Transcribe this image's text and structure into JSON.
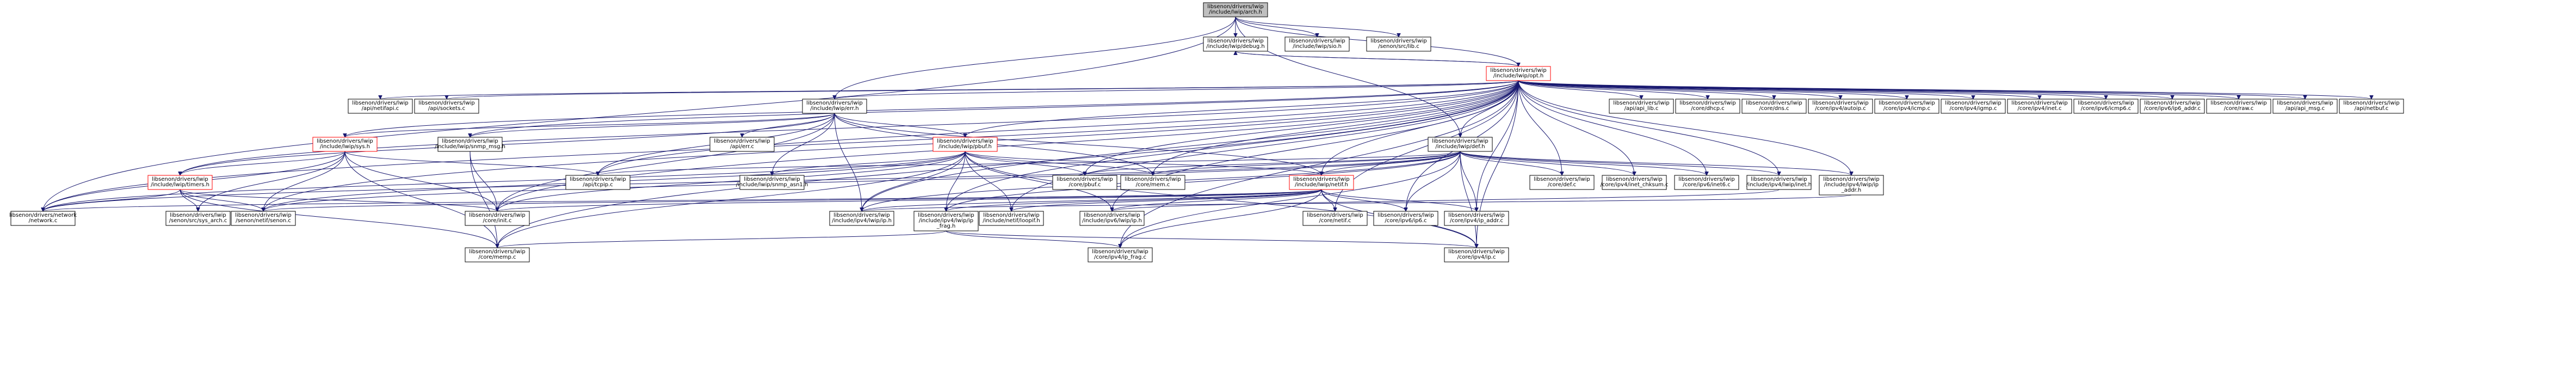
{
  "graph": {
    "colors": {
      "edge": "#191970",
      "node_border": "#000000",
      "incomplete_border": "#ff0000",
      "root_fill": "#bfbfbf"
    },
    "nodes": {
      "arch": {
        "lines": [
          "libsenon/drivers/lwip",
          "/include/lwip/arch.h"
        ],
        "style": "root"
      },
      "debug": {
        "lines": [
          "libsenon/drivers/lwip",
          "/include/lwip/debug.h"
        ],
        "style": "normal"
      },
      "sio": {
        "lines": [
          "libsenon/drivers/lwip",
          "/include/lwip/sio.h"
        ],
        "style": "normal"
      },
      "srclib": {
        "lines": [
          "libsenon/drivers/lwip",
          "/senon/src/lib.c"
        ],
        "style": "normal"
      },
      "opt": {
        "lines": [
          "libsenon/drivers/lwip",
          "/include/lwip/opt.h"
        ],
        "style": "red"
      },
      "netifapi": {
        "lines": [
          "libsenon/drivers/lwip",
          "/api/netifapi.c"
        ],
        "style": "normal"
      },
      "sockets": {
        "lines": [
          "libsenon/drivers/lwip",
          "/api/sockets.c"
        ],
        "style": "normal"
      },
      "err_h": {
        "lines": [
          "libsenon/drivers/lwip",
          "/include/lwip/err.h"
        ],
        "style": "normal"
      },
      "api_lib": {
        "lines": [
          "libsenon/drivers/lwip",
          "/api/api_lib.c"
        ],
        "style": "normal"
      },
      "dhcp": {
        "lines": [
          "libsenon/drivers/lwip",
          "/core/dhcp.c"
        ],
        "style": "normal"
      },
      "dns": {
        "lines": [
          "libsenon/drivers/lwip",
          "/core/dns.c"
        ],
        "style": "normal"
      },
      "autoip": {
        "lines": [
          "libsenon/drivers/lwip",
          "/core/ipv4/autoip.c"
        ],
        "style": "normal"
      },
      "icmp": {
        "lines": [
          "libsenon/drivers/lwip",
          "/core/ipv4/icmp.c"
        ],
        "style": "normal"
      },
      "igmp": {
        "lines": [
          "libsenon/drivers/lwip",
          "/core/ipv4/igmp.c"
        ],
        "style": "normal"
      },
      "inet": {
        "lines": [
          "libsenon/drivers/lwip",
          "/core/ipv4/inet.c"
        ],
        "style": "normal"
      },
      "icmp6": {
        "lines": [
          "libsenon/drivers/lwip",
          "/core/ipv6/icmp6.c"
        ],
        "style": "normal"
      },
      "ip6_addr": {
        "lines": [
          "libsenon/drivers/lwip",
          "/core/ipv6/ip6_addr.c"
        ],
        "style": "normal"
      },
      "raw": {
        "lines": [
          "libsenon/drivers/lwip",
          "/core/raw.c"
        ],
        "style": "normal"
      },
      "api_msg": {
        "lines": [
          "libsenon/drivers/lwip",
          "/api/api_msg.c"
        ],
        "style": "normal"
      },
      "netbuf": {
        "lines": [
          "libsenon/drivers/lwip",
          "/api/netbuf.c"
        ],
        "style": "normal"
      },
      "sys_h": {
        "lines": [
          "libsenon/drivers/lwip",
          "/include/lwip/sys.h"
        ],
        "style": "red"
      },
      "snmp_msg": {
        "lines": [
          "libsenon/drivers/lwip",
          "/include/lwip/snmp_msg.h"
        ],
        "style": "normal"
      },
      "err_c": {
        "lines": [
          "libsenon/drivers/lwip",
          "/api/err.c"
        ],
        "style": "normal"
      },
      "pbuf_h": {
        "lines": [
          "libsenon/drivers/lwip",
          "/include/lwip/pbuf.h"
        ],
        "style": "red"
      },
      "def_h": {
        "lines": [
          "libsenon/drivers/lwip",
          "/include/lwip/def.h"
        ],
        "style": "normal"
      },
      "timers": {
        "lines": [
          "libsenon/drivers/lwip",
          "/include/lwip/timers.h"
        ],
        "style": "red"
      },
      "tcpip": {
        "lines": [
          "libsenon/drivers/lwip",
          "/api/tcpip.c"
        ],
        "style": "normal"
      },
      "snmp_asn1": {
        "lines": [
          "libsenon/drivers/lwip",
          "/include/lwip/snmp_asn1.h"
        ],
        "style": "normal"
      },
      "pbuf_c": {
        "lines": [
          "libsenon/drivers/lwip",
          "/core/pbuf.c"
        ],
        "style": "normal"
      },
      "mem_c": {
        "lines": [
          "libsenon/drivers/lwip",
          "/core/mem.c"
        ],
        "style": "normal"
      },
      "netif_h": {
        "lines": [
          "libsenon/drivers/lwip",
          "/include/lwip/netif.h"
        ],
        "style": "red"
      },
      "def_c": {
        "lines": [
          "libsenon/drivers/lwip",
          "/core/def.c"
        ],
        "style": "normal"
      },
      "inet_chksum": {
        "lines": [
          "libsenon/drivers/lwip",
          "/core/ipv4/inet_chksum.c"
        ],
        "style": "normal"
      },
      "inet6": {
        "lines": [
          "libsenon/drivers/lwip",
          "/core/ipv6/inet6.c"
        ],
        "style": "normal"
      },
      "inet_h": {
        "lines": [
          "libsenon/drivers/lwip",
          "/include/ipv4/lwip/inet.h"
        ],
        "style": "normal"
      },
      "ip_addr_h": {
        "lines": [
          "libsenon/drivers/lwip",
          "/include/ipv4/lwip/ip",
          "_addr.h"
        ],
        "style": "normal"
      },
      "network": {
        "lines": [
          "libsenon/drivers/network",
          "/network.c"
        ],
        "style": "normal"
      },
      "sys_arch": {
        "lines": [
          "libsenon/drivers/lwip",
          "/senon/src/sys_arch.c"
        ],
        "style": "normal"
      },
      "netif_senon": {
        "lines": [
          "libsenon/drivers/lwip",
          "/senon/netif/senon.c"
        ],
        "style": "normal"
      },
      "init_c": {
        "lines": [
          "libsenon/drivers/lwip",
          "/core/init.c"
        ],
        "style": "normal"
      },
      "ip_h": {
        "lines": [
          "libsenon/drivers/lwip",
          "/include/ipv4/lwip/ip.h"
        ],
        "style": "normal"
      },
      "ip_frag_h": {
        "lines": [
          "libsenon/drivers/lwip",
          "/include/ipv4/lwip/ip",
          "_frag.h"
        ],
        "style": "normal"
      },
      "loopif": {
        "lines": [
          "libsenon/drivers/lwip",
          "/include/netif/loopif.h"
        ],
        "style": "normal"
      },
      "netif_c": {
        "lines": [
          "libsenon/drivers/lwip",
          "/core/netif.c"
        ],
        "style": "normal"
      },
      "ip6_c": {
        "lines": [
          "libsenon/drivers/lwip",
          "/core/ipv6/ip6.c"
        ],
        "style": "normal"
      },
      "ip_addr_c": {
        "lines": [
          "libsenon/drivers/lwip",
          "/core/ipv4/ip_addr.c"
        ],
        "style": "normal"
      },
      "ip6_h": {
        "lines": [
          "libsenon/drivers/lwip",
          "/include/ipv6/lwip/ip.h"
        ],
        "style": "normal"
      },
      "memp": {
        "lines": [
          "libsenon/drivers/lwip",
          "/core/memp.c"
        ],
        "style": "normal"
      },
      "ip_frag_c": {
        "lines": [
          "libsenon/drivers/lwip",
          "/core/ipv4/ip_frag.c"
        ],
        "style": "normal"
      },
      "ip_c": {
        "lines": [
          "libsenon/drivers/lwip",
          "/core/ipv4/ip.c"
        ],
        "style": "normal"
      }
    },
    "edges": [
      [
        "arch",
        "debug"
      ],
      [
        "arch",
        "sio"
      ],
      [
        "arch",
        "srclib"
      ],
      [
        "arch",
        "opt"
      ],
      [
        "arch",
        "err_h"
      ],
      [
        "arch",
        "def_h"
      ],
      [
        "arch",
        "network"
      ],
      [
        "debug",
        "opt"
      ],
      [
        "opt",
        "debug"
      ],
      [
        "opt",
        "netifapi"
      ],
      [
        "opt",
        "sockets"
      ],
      [
        "opt",
        "err_h"
      ],
      [
        "opt",
        "api_lib"
      ],
      [
        "opt",
        "dhcp"
      ],
      [
        "opt",
        "dns"
      ],
      [
        "opt",
        "autoip"
      ],
      [
        "opt",
        "icmp"
      ],
      [
        "opt",
        "igmp"
      ],
      [
        "opt",
        "inet"
      ],
      [
        "opt",
        "icmp6"
      ],
      [
        "opt",
        "ip6_addr"
      ],
      [
        "opt",
        "raw"
      ],
      [
        "opt",
        "api_msg"
      ],
      [
        "opt",
        "netbuf"
      ],
      [
        "opt",
        "sys_h"
      ],
      [
        "opt",
        "snmp_msg"
      ],
      [
        "opt",
        "pbuf_h"
      ],
      [
        "opt",
        "def_h"
      ],
      [
        "opt",
        "timers"
      ],
      [
        "opt",
        "tcpip"
      ],
      [
        "opt",
        "pbuf_c"
      ],
      [
        "opt",
        "mem_c"
      ],
      [
        "opt",
        "netif_h"
      ],
      [
        "opt",
        "def_c"
      ],
      [
        "opt",
        "inet_chksum"
      ],
      [
        "opt",
        "inet6"
      ],
      [
        "opt",
        "inet_h"
      ],
      [
        "opt",
        "ip_addr_h"
      ],
      [
        "opt",
        "network"
      ],
      [
        "opt",
        "netif_senon"
      ],
      [
        "opt",
        "init_c"
      ],
      [
        "opt",
        "ip_h"
      ],
      [
        "opt",
        "ip_frag_h"
      ],
      [
        "opt",
        "loopif"
      ],
      [
        "opt",
        "netif_c"
      ],
      [
        "opt",
        "ip6_c"
      ],
      [
        "opt",
        "ip_addr_c"
      ],
      [
        "opt",
        "ip6_h"
      ],
      [
        "opt",
        "memp"
      ],
      [
        "opt",
        "ip_frag_c"
      ],
      [
        "opt",
        "ip_c"
      ],
      [
        "err_h",
        "sys_h"
      ],
      [
        "err_h",
        "snmp_msg"
      ],
      [
        "err_h",
        "err_c"
      ],
      [
        "err_h",
        "pbuf_h"
      ],
      [
        "err_h",
        "tcpip"
      ],
      [
        "err_h",
        "snmp_asn1"
      ],
      [
        "err_h",
        "mem_c"
      ],
      [
        "err_h",
        "netif_h"
      ],
      [
        "err_h",
        "ip_h"
      ],
      [
        "err_h",
        "timers"
      ],
      [
        "err_h",
        "init_c"
      ],
      [
        "sys_h",
        "timers"
      ],
      [
        "sys_h",
        "tcpip"
      ],
      [
        "sys_h",
        "network"
      ],
      [
        "sys_h",
        "sys_arch"
      ],
      [
        "sys_h",
        "netif_senon"
      ],
      [
        "sys_h",
        "init_c"
      ],
      [
        "sys_h",
        "memp"
      ],
      [
        "snmp_msg",
        "init_c"
      ],
      [
        "snmp_msg",
        "memp"
      ],
      [
        "pbuf_h",
        "snmp_asn1"
      ],
      [
        "pbuf_h",
        "pbuf_c"
      ],
      [
        "pbuf_h",
        "mem_c"
      ],
      [
        "pbuf_h",
        "netif_h"
      ],
      [
        "pbuf_h",
        "ip6_h"
      ],
      [
        "pbuf_h",
        "ip_h"
      ],
      [
        "pbuf_h",
        "ip_frag_h"
      ],
      [
        "pbuf_h",
        "loopif"
      ],
      [
        "pbuf_h",
        "network"
      ],
      [
        "pbuf_h",
        "netif_senon"
      ],
      [
        "pbuf_h",
        "init_c"
      ],
      [
        "pbuf_h",
        "memp"
      ],
      [
        "pbuf_h",
        "ip_c"
      ],
      [
        "def_h",
        "pbuf_c"
      ],
      [
        "def_h",
        "mem_c"
      ],
      [
        "def_h",
        "netif_h"
      ],
      [
        "def_h",
        "def_c"
      ],
      [
        "def_h",
        "inet_chksum"
      ],
      [
        "def_h",
        "inet6"
      ],
      [
        "def_h",
        "inet_h"
      ],
      [
        "def_h",
        "ip_addr_h"
      ],
      [
        "def_h",
        "ip_h"
      ],
      [
        "def_h",
        "ip_frag_h"
      ],
      [
        "def_h",
        "network"
      ],
      [
        "def_h",
        "netif_senon"
      ],
      [
        "def_h",
        "ip6_c"
      ],
      [
        "def_h",
        "ip_addr_c"
      ],
      [
        "def_h",
        "ip_frag_c"
      ],
      [
        "def_h",
        "ip_c"
      ],
      [
        "def_h",
        "tcpip"
      ],
      [
        "timers",
        "network"
      ],
      [
        "timers",
        "sys_arch"
      ],
      [
        "timers",
        "netif_senon"
      ],
      [
        "timers",
        "init_c"
      ],
      [
        "timers",
        "memp"
      ],
      [
        "netif_h",
        "ip_h"
      ],
      [
        "netif_h",
        "ip_frag_h"
      ],
      [
        "netif_h",
        "loopif"
      ],
      [
        "netif_h",
        "netif_c"
      ],
      [
        "netif_h",
        "ip6_c"
      ],
      [
        "netif_h",
        "ip_addr_c"
      ],
      [
        "netif_h",
        "ip6_h"
      ],
      [
        "netif_h",
        "network"
      ],
      [
        "netif_h",
        "netif_senon"
      ],
      [
        "netif_h",
        "init_c"
      ],
      [
        "netif_h",
        "ip_frag_c"
      ],
      [
        "netif_h",
        "ip_c"
      ],
      [
        "ip_frag_h",
        "memp"
      ],
      [
        "ip_frag_h",
        "ip_frag_c"
      ],
      [
        "ip_frag_h",
        "ip_c"
      ],
      [
        "ip_addr_h",
        "ip_h"
      ],
      [
        "inet_h",
        "ip6_h"
      ]
    ]
  }
}
